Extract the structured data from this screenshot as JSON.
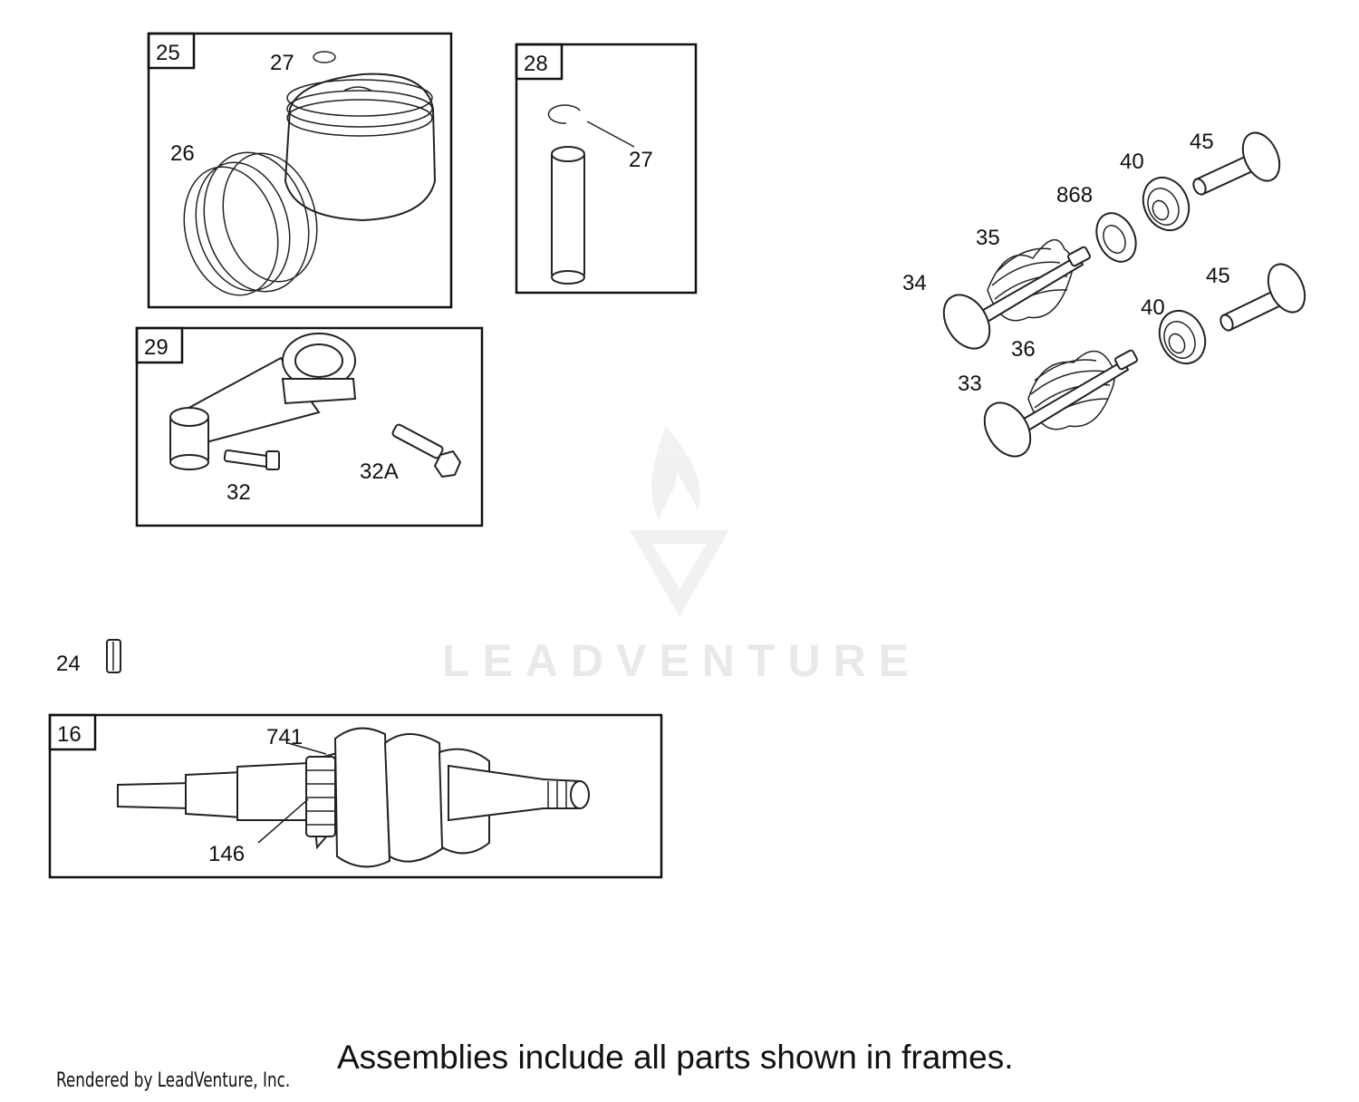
{
  "frames": [
    {
      "id": "25",
      "label": "25"
    },
    {
      "id": "28",
      "label": "28"
    },
    {
      "id": "29",
      "label": "29"
    },
    {
      "id": "16",
      "label": "16"
    }
  ],
  "callouts": {
    "piston_clip": "27",
    "piston_rings": "26",
    "pin_clip": "27",
    "rod_bolt": "32",
    "rod_bolt_alt": "32A",
    "key": "24",
    "crank_gear_key": "741",
    "crank_gear": "146",
    "retainer_868": "868",
    "seal_upper": "40",
    "seal_lower": "40",
    "tappet_upper": "45",
    "tappet_lower": "45",
    "spring_upper": "35",
    "spring_lower": "36",
    "valve_exhaust": "34",
    "valve_intake": "33"
  },
  "watermark": "LEADVENTURE",
  "footer_note": "Assemblies include all parts shown in frames.",
  "render_credit": "Rendered by LeadVenture, Inc."
}
